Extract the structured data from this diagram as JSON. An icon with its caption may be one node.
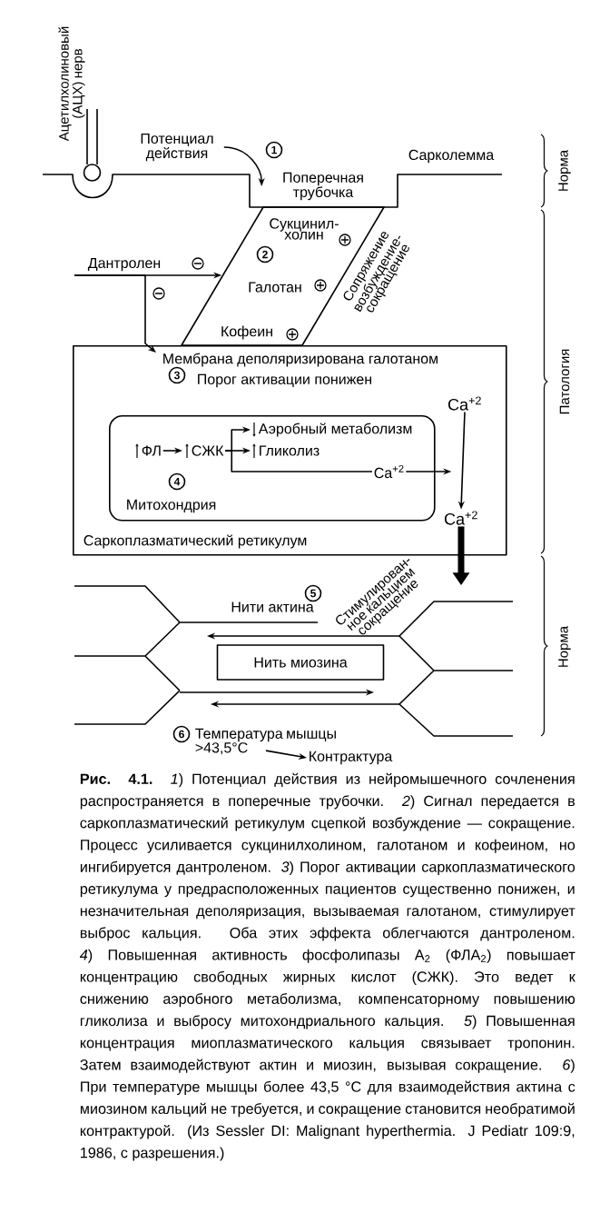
{
  "diagram": {
    "caption": "**Рис. 4.1.** *1*) Потенциал действия из нейромышечного сочленения распространяется в поперечные трубочки. *2*) Сигнал передается в саркоплазматический ретикулум сцепкой возбуждение — сокращение. Процесс усиливается сукцинилхолином, галотаном и кофеином, но ингибируется дантроленом. *3*) Порог активации саркоплазматического ретикулума у предрасположенных пациентов существенно понижен, и незначительная деполяризация, вызываемая галотаном, стимулирует выброс кальция. Оба этих эффекта облегчаются дантроленом. *4*) Повышенная активность фосфолипазы А$_{2}$ (ФЛА$_{2}$) повышает концентрацию свободных жирных кислот (СЖК). Это ведет к снижению аэробного метаболизма, компенсаторному повышению гликолиза и выбросу митохондриального кальция. *5*) Повышенная концентрация миоплазматического кальция связывает тропонин. Затем взаимодействуют актин и миозин, вызывая сокращение. *6*) При температуре мышцы более 43,5 °C для взаимодействия актина с миозином кальций не требуется, и сокращение становится необратимой контрактурой. (Из Sessler DI: Malignant hyperthermia. J Pediatr 109:9, 1986, с разрешения.)",
    "nodes": [
      {
        "text": [
          "Потенциал действия"
        ]
      },
      {
        "text": [
          "Поперечная трубочка"
        ]
      },
      {
        "text": [
          "Сукцинил- холин",
          "Галотан",
          "Кофеин"
        ],
        "beside": [
          "Сопряжение возбуждение- сокращение"
        ]
      },
      {
        "text": [
          "Дантролен"
        ]
      },
      {
        "text": [
          "Мембрана деполяризирована галотаном",
          "Порог активации понижен",
          "Саркоплазматический ретикулум"
        ]
      },
      {
        "text": [
          "Митохондрия"
        ],
        "in": 4
      },
      {
        "text": [
          "ФЛ"
        ],
        "in": 5
      },
      {
        "text": [
          "СЖК"
        ],
        "in": 5
      },
      {
        "text": [
          "Аэробный метаболизм"
        ],
        "in": 5
      },
      {
        "text": [
          "Гликолиз"
        ],
        "in": 5
      },
      {
        "text": [
          "Ca$^{+2}$"
        ],
        "in": 5
      },
      {
        "text": [
          "Ca$^{+2}$"
        ],
        "in": 4
      },
      {
        "text": [
          "Ca$^{+2}$"
        ],
        "in": 4
      },
      {
        "text": [
          "Нить миозина"
        ],
        "in": 16
      },
      {
        "text": [
          "Температура мышцы >43,5°C"
        ]
      },
      {
        "text": [
          "Контрактура"
        ]
      },
      {
        "text": [],
        "shape": "picture"
      }
    ],
    "edges": [
      {
        "from": 0,
        "to": 1,
        "arrow": "to"
      },
      {
        "from": 3,
        "to": 2,
        "arrow": "to"
      },
      {
        "from": 3,
        "to": 4,
        "arrow": "to"
      },
      {
        "from": 6,
        "to": 7,
        "arrow": "to"
      },
      {
        "from": 7,
        "to": 8,
        "arrow": "to"
      },
      {
        "from": 7,
        "to": 9,
        "arrow": "to"
      },
      {
        "from": 7,
        "to": 10,
        "arrow": "none"
      },
      {
        "from": 10,
        "to": null,
        "arrow": "to"
      },
      {
        "from": 11,
        "to": 12,
        "arrow": "to"
      },
      {
        "from": 12,
        "to": 16,
        "arrow": "to",
        "style": "thick"
      },
      {
        "from": 14,
        "to": 15,
        "arrow": "to"
      }
    ],
    "labels": [
      "Ацетилхолиновый (АЦХ) нерв",
      "1",
      "Сарколемма",
      "Норма",
      "2",
      "Патология",
      "3",
      "4",
      "Нити актина",
      "5",
      "Стимулирован- ное кальцием сокращение",
      "Норма",
      "6"
    ]
  }
}
